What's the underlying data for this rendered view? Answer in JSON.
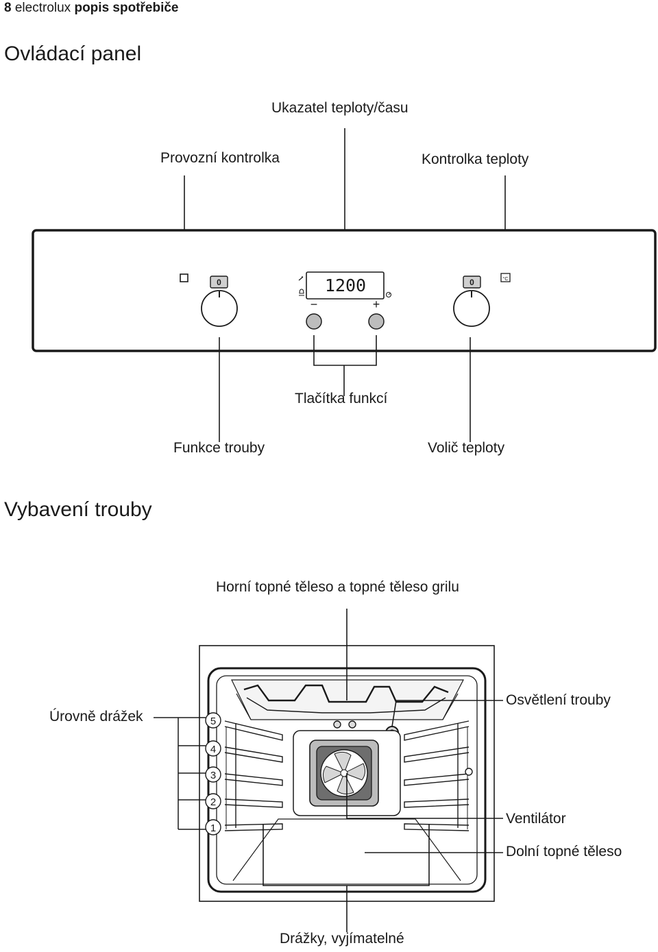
{
  "header": {
    "page_number": "8",
    "brand": "electrolux",
    "section": "popis spotřebiče"
  },
  "control_panel": {
    "heading": "Ovládací panel",
    "labels": {
      "temp_time_display": "Ukazatel teploty/času",
      "operating_indicator": "Provozní kontrolka",
      "temperature_indicator": "Kontrolka teploty",
      "function_buttons": "Tlačítka funkcí",
      "oven_functions": "Funkce trouby",
      "temperature_selector": "Volič teploty"
    },
    "display_value": "1200",
    "knob_marker": "0",
    "minus_symbol": "−",
    "plus_symbol": "+",
    "temp_symbol": "°C"
  },
  "oven": {
    "heading": "Vybavení trouby",
    "labels": {
      "top_heater": "Horní topné těleso a topné těleso grilu",
      "shelf_levels": "Úrovně drážek",
      "oven_light": "Osvětlení trouby",
      "fan": "Ventilátor",
      "bottom_heater": "Dolní topné těleso",
      "removable_runners": "Drážky, vyjímatelné"
    },
    "shelf_numbers": [
      "5",
      "4",
      "3",
      "2",
      "1"
    ]
  }
}
